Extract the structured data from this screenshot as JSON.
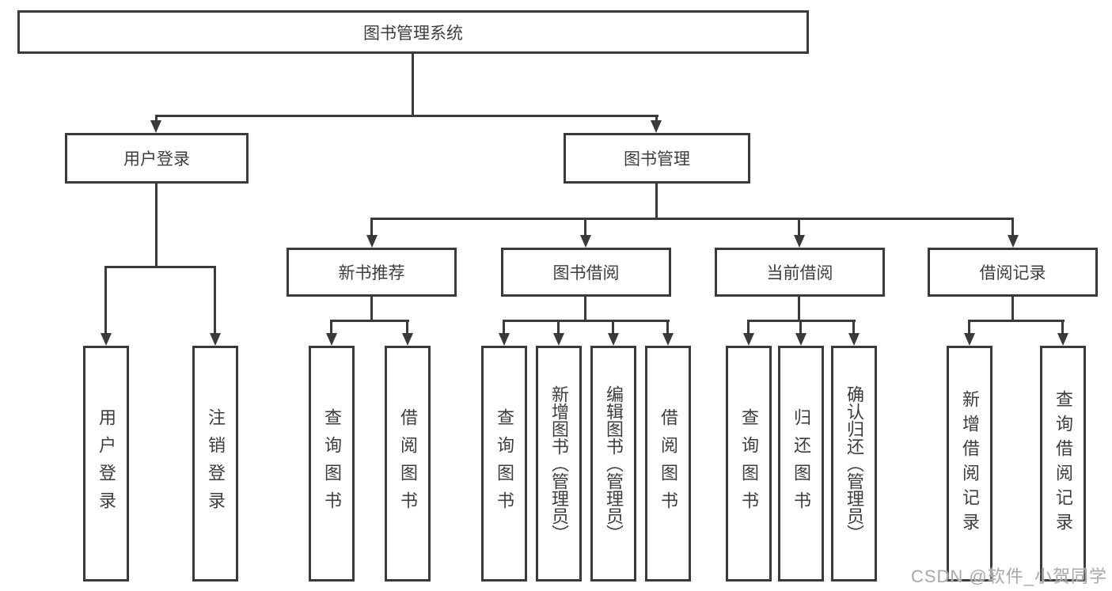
{
  "nodes": {
    "root": "图书管理系统",
    "l2": [
      "用户登录",
      "图书管理"
    ],
    "l3": [
      "新书推荐",
      "图书借阅",
      "当前借阅",
      "借阅记录"
    ],
    "leaves_user": [
      "用户登录",
      "注销登录"
    ],
    "leaves_recommend": [
      "查询图书",
      "借阅图书"
    ],
    "leaves_borrow": [
      "查询图书",
      "新增图书（管理员）",
      "编辑图书（管理员）",
      "借阅图书"
    ],
    "leaves_current": [
      "查询图书",
      "归还图书",
      "确认归还（管理员）"
    ],
    "leaves_records": [
      "新增借阅记录",
      "查询借阅记录"
    ]
  },
  "watermark": "CSDN @软件_小贺同学",
  "colors": {
    "line": "#3a3a3a",
    "text": "#3d3d3d",
    "background": "#ffffff",
    "watermark": "#a8a8a8"
  }
}
